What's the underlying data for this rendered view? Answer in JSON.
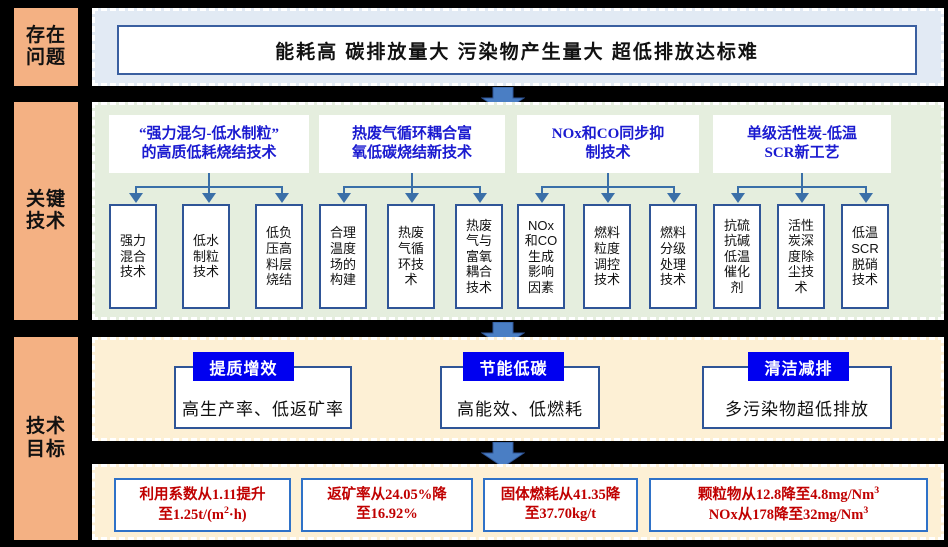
{
  "colors": {
    "sidebar_bg": "#f4b183",
    "problem_band_bg": "#e2eaf4",
    "tech_band_bg": "#e5eede",
    "goal_band_bg": "#fdf0d5",
    "result_band_bg": "#fdf0d5",
    "box_border_blue": "#2f5597",
    "header_text_blue": "#1a1ad0",
    "tag_blue": "#0000f0",
    "result_text_red": "#c00000",
    "arrow_blue": "#3a6fa8"
  },
  "sidebar": {
    "items": [
      {
        "label": "存在\n问题",
        "line1": "存在",
        "line2": "问题"
      },
      {
        "label": "关键\n技术",
        "line1": "关键",
        "line2": "技术"
      },
      {
        "label": "技术\n目标",
        "line1": "技术",
        "line2": "目标"
      }
    ]
  },
  "problem": {
    "text": "能耗高  碳排放量大  污染物产生量大  超低排放达标难"
  },
  "key_technologies": {
    "groups": [
      {
        "header_line1": "“强力混匀-低水制粒”",
        "header_line2": "的高质低耗烧结技术",
        "items": [
          {
            "lines": [
              "强力",
              "混合",
              "技术"
            ]
          },
          {
            "lines": [
              "低水",
              "制粒",
              "技术"
            ]
          },
          {
            "lines": [
              "低负",
              "压高",
              "料层",
              "烧结"
            ]
          }
        ]
      },
      {
        "header_line1": "热废气循环耦合富",
        "header_line2": "氧低碳烧结新技术",
        "items": [
          {
            "lines": [
              "合理",
              "温度",
              "场的",
              "构建"
            ]
          },
          {
            "lines": [
              "热废",
              "气循",
              "环技",
              "术"
            ]
          },
          {
            "lines": [
              "热废",
              "气与",
              "富氧",
              "耦合",
              "技术"
            ]
          }
        ]
      },
      {
        "header_line1": "NOx和CO同步抑",
        "header_line2": "制技术",
        "items": [
          {
            "lines": [
              "NOx",
              "和CO",
              "生成",
              "影响",
              "因素"
            ]
          },
          {
            "lines": [
              "燃料",
              "粒度",
              "调控",
              "技术"
            ]
          },
          {
            "lines": [
              "燃料",
              "分级",
              "处理",
              "技术"
            ]
          }
        ]
      },
      {
        "header_line1": "单级活性炭-低温",
        "header_line2": "SCR新工艺",
        "items": [
          {
            "lines": [
              "抗硫",
              "抗碱",
              "低温",
              "催化",
              "剂"
            ]
          },
          {
            "lines": [
              "活性",
              "炭深",
              "度除",
              "尘技",
              "术"
            ]
          },
          {
            "lines": [
              "低温",
              "SCR",
              "脱硝",
              "技术"
            ]
          }
        ]
      }
    ]
  },
  "goals": {
    "cards": [
      {
        "tag": "提质增效",
        "text": "高生产率、低返矿率"
      },
      {
        "tag": "节能低碳",
        "text": "高能效、低燃耗"
      },
      {
        "tag": "清洁减排",
        "text": "多污染物超低排放"
      }
    ]
  },
  "results": {
    "boxes": [
      {
        "line1": "利用系数从1.11提升",
        "line2": "至1.25t/(m²·h)"
      },
      {
        "line1": "返矿率从24.05%降",
        "line2": "至16.92%"
      },
      {
        "line1": "固体燃耗从41.35降",
        "line2": "至37.70kg/t"
      },
      {
        "line1": "颗粒物从12.8降至4.8mg/Nm³",
        "line2": "NOx从178降至32mg/Nm³"
      }
    ]
  }
}
